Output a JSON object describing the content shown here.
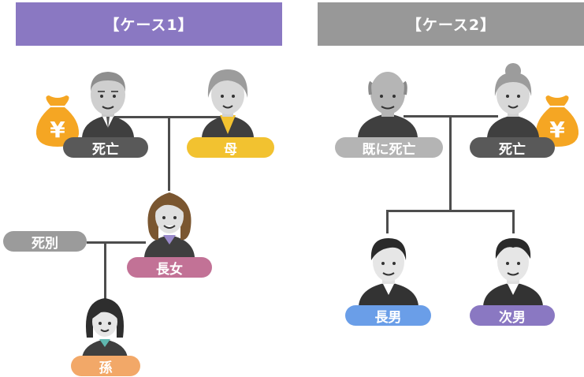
{
  "cases": [
    {
      "title": "【ケース1】",
      "color": "#8a78c2"
    },
    {
      "title": "【ケース2】",
      "color": "#989898"
    }
  ],
  "labels": {
    "father1": {
      "text": "死亡",
      "color": "#595959"
    },
    "mother1": {
      "text": "母",
      "color": "#f2c230"
    },
    "daughter": {
      "text": "長女",
      "color": "#c27296"
    },
    "separated": {
      "text": "死別",
      "color": "#9b9b9b"
    },
    "grandchild": {
      "text": "孫",
      "color": "#f2a868"
    },
    "father2": {
      "text": "既に死亡",
      "color": "#b4b4b4"
    },
    "mother2": {
      "text": "死亡",
      "color": "#595959"
    },
    "son1": {
      "text": "長男",
      "color": "#6a9ee8"
    },
    "son2": {
      "text": "次男",
      "color": "#8a78c2"
    }
  },
  "money_bag": {
    "symbol": "¥",
    "color": "#f5a623"
  },
  "icons": [
    "old-man-icon",
    "old-woman-icon",
    "woman-icon",
    "girl-icon",
    "bald-man-icon",
    "grandmother-icon",
    "young-man-icon",
    "money-bag-icon"
  ]
}
